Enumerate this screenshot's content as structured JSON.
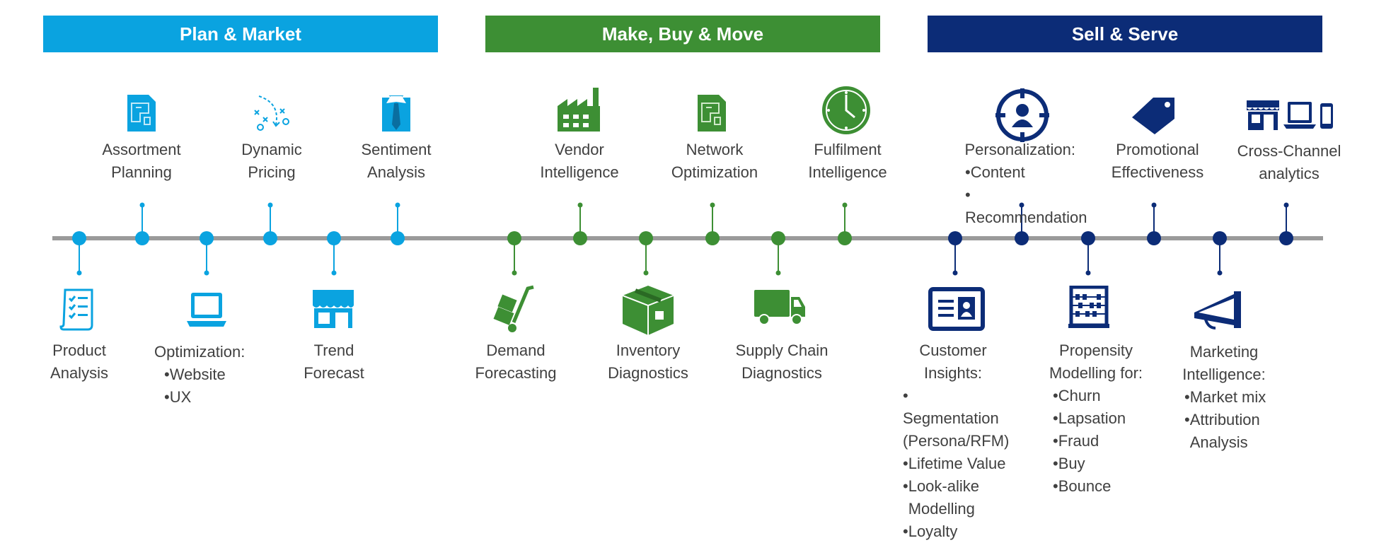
{
  "colors": {
    "blue": "#0aa3e0",
    "green": "#3d8f34",
    "navy": "#0c2c77",
    "line": "#9a9a9a",
    "text": "#404040"
  },
  "sections": [
    {
      "label": "Plan & Market",
      "color": "#0aa3e0"
    },
    {
      "label": "Make, Buy & Move",
      "color": "#3d8f34"
    },
    {
      "label": "Sell & Serve",
      "color": "#0c2c77"
    }
  ],
  "items": [
    {
      "title_lines": [
        "Product",
        "Analysis"
      ],
      "icon": "checklist-icon",
      "color": "#0aa3e0"
    },
    {
      "title_lines": [
        "Assortment",
        "Planning"
      ],
      "icon": "blueprint-icon",
      "color": "#0aa3e0"
    },
    {
      "title_lines": [
        "Optimization:"
      ],
      "bullets": [
        "Website",
        "UX"
      ],
      "icon": "laptop-icon",
      "color": "#0aa3e0"
    },
    {
      "title_lines": [
        "Dynamic",
        "Pricing"
      ],
      "icon": "strategy-play-icon",
      "color": "#0aa3e0"
    },
    {
      "title_lines": [
        "Trend",
        "Forecast"
      ],
      "icon": "storefront-icon",
      "color": "#0aa3e0"
    },
    {
      "title_lines": [
        "Sentiment",
        "Analysis"
      ],
      "icon": "shirt-tie-icon",
      "color": "#0aa3e0"
    },
    {
      "title_lines": [
        "Demand",
        "Forecasting"
      ],
      "icon": "hand-truck-icon",
      "color": "#3d8f34"
    },
    {
      "title_lines": [
        "Vendor",
        "Intelligence"
      ],
      "icon": "factory-icon",
      "color": "#3d8f34"
    },
    {
      "title_lines": [
        "Inventory",
        "Diagnostics"
      ],
      "icon": "package-box-icon",
      "color": "#3d8f34"
    },
    {
      "title_lines": [
        "Network",
        "Optimization"
      ],
      "icon": "blueprint-icon",
      "color": "#3d8f34"
    },
    {
      "title_lines": [
        "Supply Chain",
        "Diagnostics"
      ],
      "icon": "delivery-truck-icon",
      "color": "#3d8f34"
    },
    {
      "title_lines": [
        "Fulfilment",
        "Intelligence"
      ],
      "icon": "clock-icon",
      "color": "#3d8f34"
    },
    {
      "title_lines": [
        "Customer",
        "Insights:"
      ],
      "bullets": [
        "Segmentation (Persona/RFM)",
        "Lifetime Value",
        "Look-alike Modelling",
        "Loyalty"
      ],
      "icon": "id-card-icon",
      "color": "#0c2c77"
    },
    {
      "title_lines": [
        "Personalization:"
      ],
      "bullets": [
        "Content",
        "Recommendation"
      ],
      "icon": "target-person-icon",
      "color": "#0c2c77"
    },
    {
      "title_lines": [
        "Propensity",
        "Modelling for:"
      ],
      "bullets": [
        "Churn",
        "Lapsation",
        "Fraud",
        "Buy",
        "Bounce"
      ],
      "icon": "abacus-icon",
      "color": "#0c2c77"
    },
    {
      "title_lines": [
        "Promotional",
        "Effectiveness"
      ],
      "icon": "price-tag-icon",
      "color": "#0c2c77"
    },
    {
      "title_lines": [
        "Marketing",
        "Intelligence:"
      ],
      "bullets": [
        "Market mix",
        "Attribution Analysis"
      ],
      "icon": "megaphone-icon",
      "color": "#0c2c77"
    },
    {
      "title_lines": [
        "Cross-Channel",
        "analytics"
      ],
      "icon": "store-laptop-phone-icon",
      "color": "#0c2c77"
    }
  ]
}
